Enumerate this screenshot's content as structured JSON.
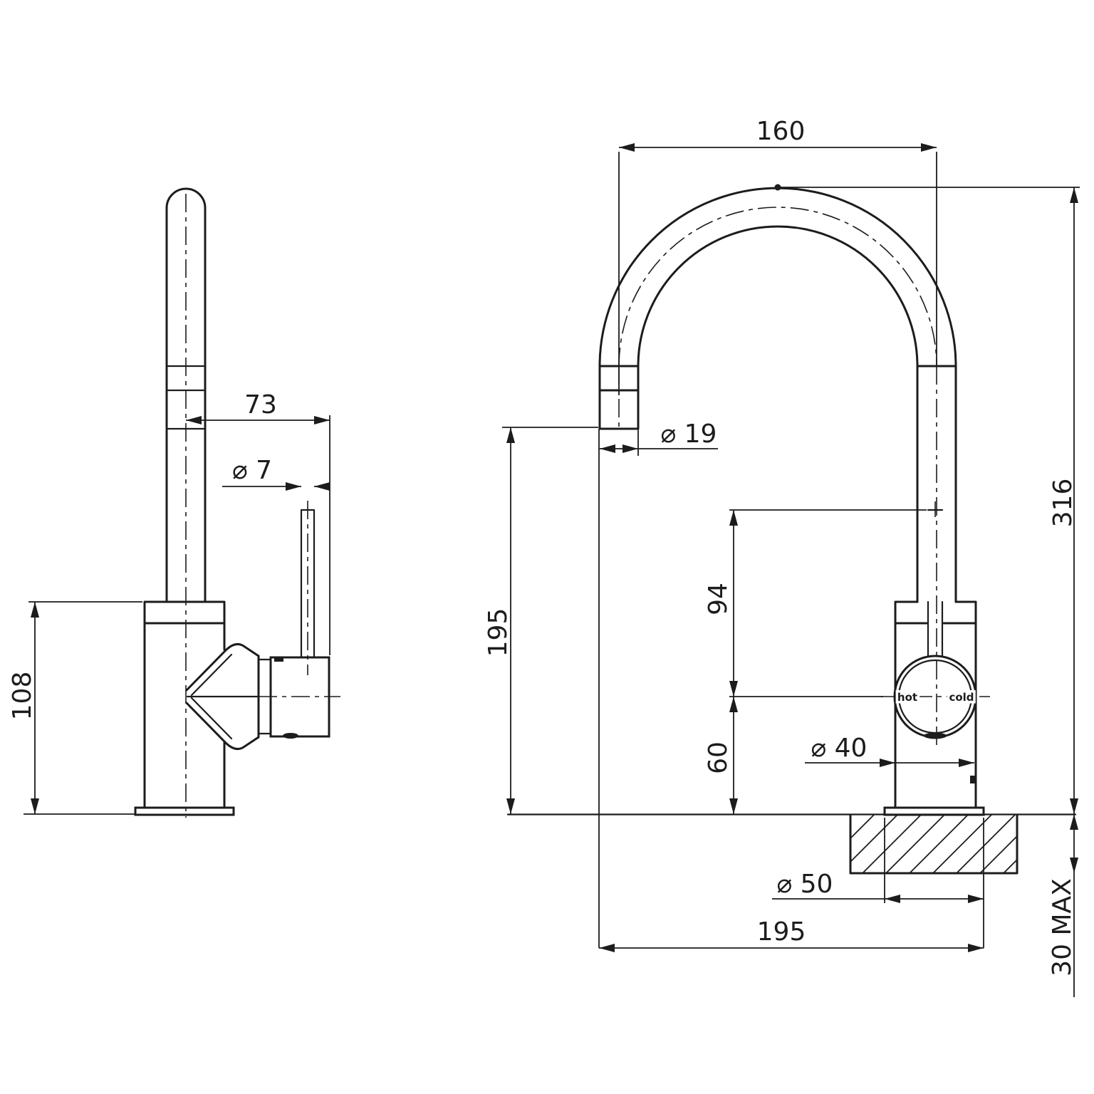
{
  "dims": {
    "spout_reach": "160",
    "overall_height": "316",
    "spout_outlet_height": "195",
    "lever_top_height": "94",
    "body_height_above_bench": "60",
    "spout_diameter": "⌀ 19",
    "body_diameter": "⌀ 40",
    "flange_diameter": "⌀ 50",
    "base_to_spout_reach": "195",
    "bench_thickness": "30 MAX",
    "side_handle_offset": "73",
    "lever_diameter": "⌀ 7",
    "side_body_height": "108"
  },
  "handle_markings": {
    "hot": "hot",
    "cold": "cold"
  },
  "colors": {
    "ink": "#1c1c1c",
    "background": "#ffffff"
  }
}
